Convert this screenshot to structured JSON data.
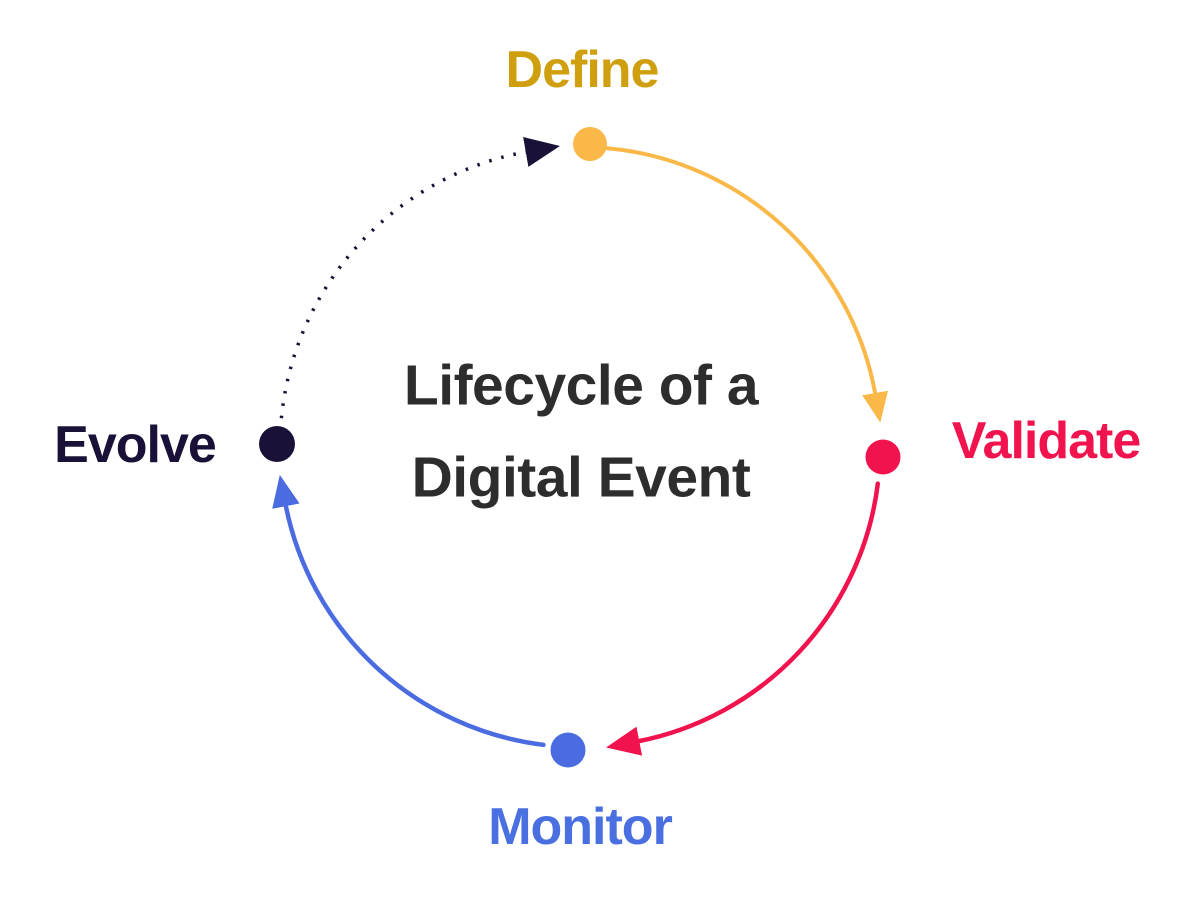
{
  "background_color": "#ffffff",
  "title": {
    "line1": "Lifecycle of a",
    "line2": "Digital Event",
    "color": "#2d2d2d"
  },
  "nodes": [
    {
      "id": "define",
      "label": "Define",
      "text_color": "#d09f10",
      "dot_color": "#f9b847",
      "position": "top"
    },
    {
      "id": "validate",
      "label": "Validate",
      "text_color": "#f0134d",
      "dot_color": "#f0134d",
      "position": "right"
    },
    {
      "id": "monitor",
      "label": "Monitor",
      "text_color": "#4a6fe0",
      "dot_color": "#4a6ce0",
      "position": "bottom"
    },
    {
      "id": "evolve",
      "label": "Evolve",
      "text_color": "#1a1138",
      "dot_color": "#1a1138",
      "position": "left"
    }
  ],
  "edges": [
    {
      "from": "Define",
      "to": "Validate",
      "color": "#f9b847",
      "style": "solid",
      "direction": "clockwise"
    },
    {
      "from": "Validate",
      "to": "Monitor",
      "color": "#f0134d",
      "style": "solid",
      "direction": "clockwise"
    },
    {
      "from": "Monitor",
      "to": "Evolve",
      "color": "#4a6ce0",
      "style": "solid",
      "direction": "clockwise"
    },
    {
      "from": "Evolve",
      "to": "Define",
      "color": "#1a1138",
      "style": "dotted",
      "direction": "clockwise"
    }
  ]
}
